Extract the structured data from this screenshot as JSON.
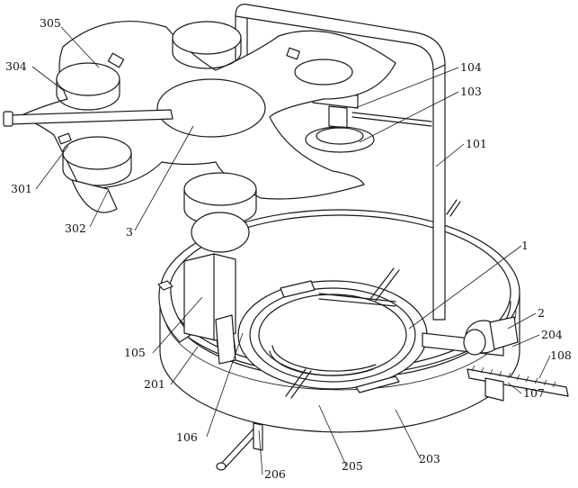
{
  "callouts": [
    {
      "id": "c-305",
      "text": "305"
    },
    {
      "id": "c-304",
      "text": "304"
    },
    {
      "id": "c-301",
      "text": "301"
    },
    {
      "id": "c-302",
      "text": "302"
    },
    {
      "id": "c-3",
      "text": "3"
    },
    {
      "id": "c-104",
      "text": "104"
    },
    {
      "id": "c-103",
      "text": "103"
    },
    {
      "id": "c-101",
      "text": "101"
    },
    {
      "id": "c-1",
      "text": "1"
    },
    {
      "id": "c-2",
      "text": "2"
    },
    {
      "id": "c-204",
      "text": "204"
    },
    {
      "id": "c-108",
      "text": "108"
    },
    {
      "id": "c-107",
      "text": "107"
    },
    {
      "id": "c-105",
      "text": "105"
    },
    {
      "id": "c-201",
      "text": "201"
    },
    {
      "id": "c-106",
      "text": "106"
    },
    {
      "id": "c-206",
      "text": "206"
    },
    {
      "id": "c-205",
      "text": "205"
    },
    {
      "id": "c-203",
      "text": "203"
    }
  ]
}
